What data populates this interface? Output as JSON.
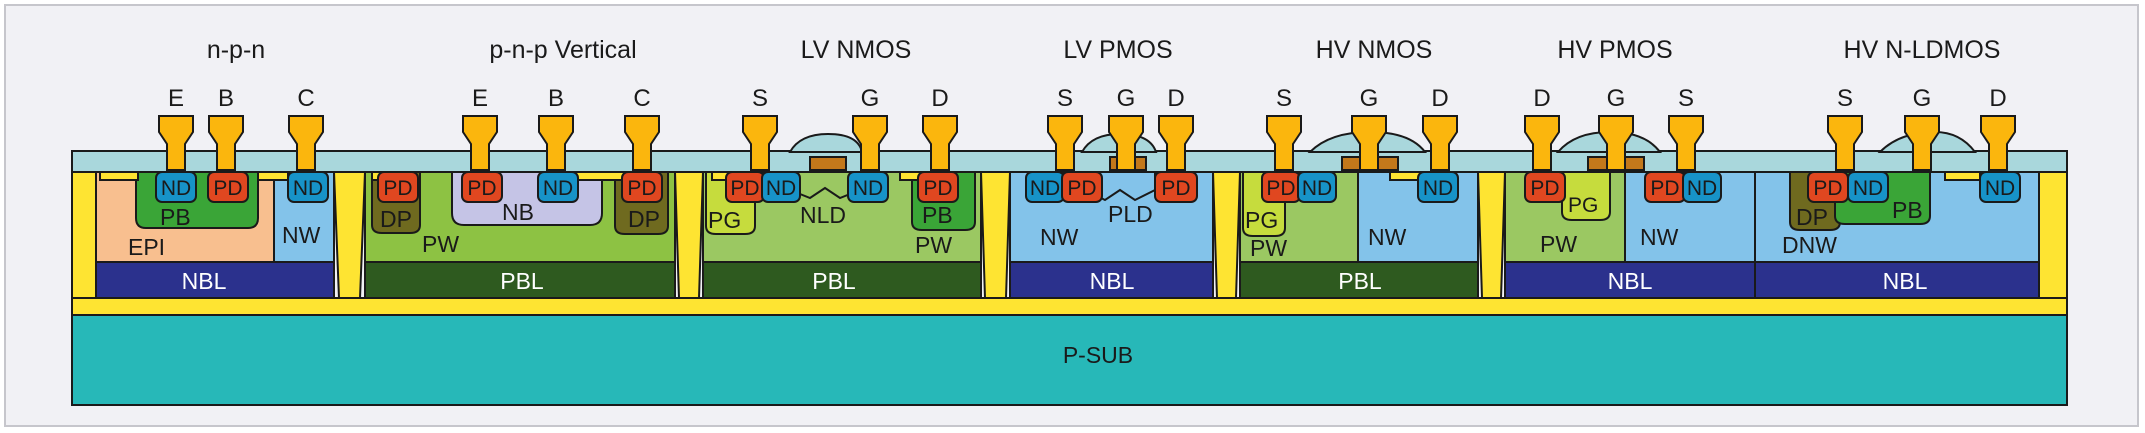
{
  "devices": [
    {
      "title": "n-p-n",
      "terminals": [
        "E",
        "B",
        "C"
      ]
    },
    {
      "title": "p-n-p Vertical",
      "terminals": [
        "E",
        "B",
        "C"
      ]
    },
    {
      "title": "LV NMOS",
      "terminals": [
        "S",
        "G",
        "D"
      ]
    },
    {
      "title": "LV PMOS",
      "terminals": [
        "S",
        "G",
        "D"
      ]
    },
    {
      "title": "HV NMOS",
      "terminals": [
        "S",
        "G",
        "D"
      ]
    },
    {
      "title": "HV PMOS",
      "terminals": [
        "D",
        "G",
        "S"
      ]
    },
    {
      "title": "HV N-LDMOS",
      "terminals": [
        "S",
        "G",
        "D"
      ]
    }
  ],
  "layers": {
    "substrate": "P-SUB",
    "buried": [
      "NBL",
      "PBL",
      "PBL",
      "NBL",
      "PBL",
      "NBL",
      "NBL"
    ]
  },
  "regions": {
    "npn": [
      "PB",
      "EPI",
      "NW"
    ],
    "pnp": [
      "NB",
      "PW",
      "DP",
      "DP"
    ],
    "lvnmos": [
      "PG",
      "NLD",
      "PB",
      "PW"
    ],
    "lvpmos": [
      "NW",
      "PLD"
    ],
    "hvnmos": [
      "PG",
      "PW",
      "NW"
    ],
    "hvpmos": [
      "PW",
      "NW",
      "PG"
    ],
    "ldmos": [
      "DP",
      "PB",
      "DNW"
    ]
  },
  "diffusions": {
    "nd": "ND",
    "pd": "PD"
  },
  "colors": {
    "substrate": "#27b8b8",
    "nbl": "#2b318d",
    "pbl": "#2e5a1f",
    "nwell": "#83c3ea",
    "pwell": "#8dc243",
    "oxide": "#a9d7dc",
    "metal": "#fbb60d",
    "isolation": "#fee432",
    "nd": "#1793c8",
    "pd": "#e04720",
    "epi": "#f8bf8f",
    "nb": "#c5c4e6",
    "dp": "#6f6a1f",
    "pb": "#3aa537",
    "pg": "#c6dc3d",
    "poly": "#c3781b"
  }
}
